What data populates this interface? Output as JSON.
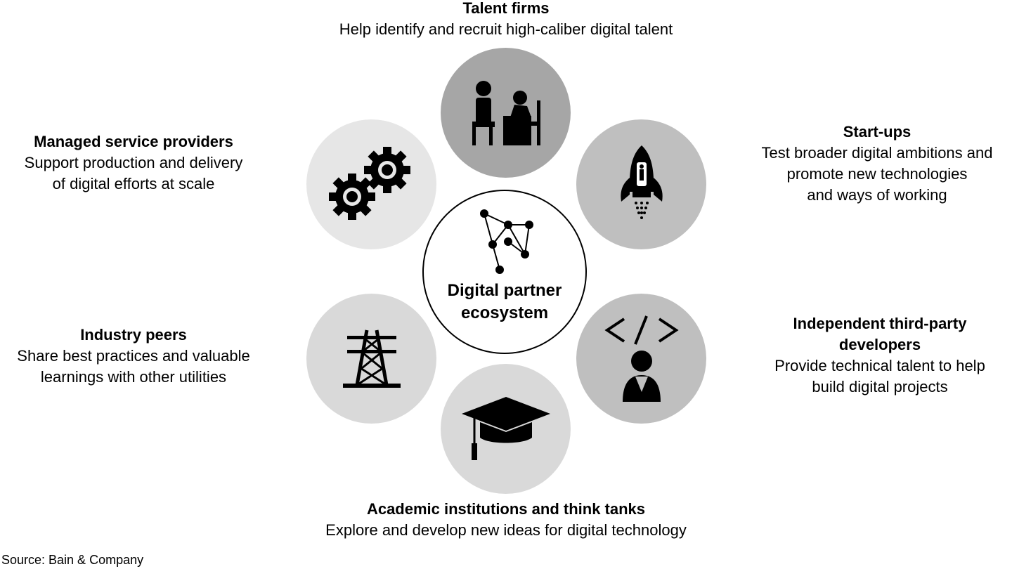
{
  "center": {
    "title": "Digital partner\necosystem",
    "icon": "network-nodes-icon"
  },
  "nodes": [
    {
      "id": "talent-firms",
      "title": "Talent firms",
      "description": "Help identify and recruit high-caliber digital talent",
      "icon": "interview-icon",
      "color": "#a6a6a6"
    },
    {
      "id": "start-ups",
      "title": "Start-ups",
      "description": "Test broader digital ambitions and\npromote new technologies\nand ways of working",
      "icon": "rocket-icon",
      "color": "#bfbfbf"
    },
    {
      "id": "third-party-developers",
      "title": "Independent third-party\ndevelopers",
      "description": "Provide technical talent to help\nbuild digital projects",
      "icon": "developer-icon",
      "color": "#bfbfbf"
    },
    {
      "id": "academic-institutions",
      "title": "Academic institutions and think tanks",
      "description": "Explore and develop new ideas for digital technology",
      "icon": "graduation-cap-icon",
      "color": "#d9d9d9"
    },
    {
      "id": "industry-peers",
      "title": "Industry peers",
      "description": "Share best practices and valuable\nlearnings with other utilities",
      "icon": "power-tower-icon",
      "color": "#d9d9d9"
    },
    {
      "id": "managed-service-providers",
      "title": "Managed service providers",
      "description": "Support production and delivery\nof digital efforts at scale",
      "icon": "gears-icon",
      "color": "#e6e6e6"
    }
  ],
  "footer": {
    "source": "Source: Bain & Company"
  }
}
